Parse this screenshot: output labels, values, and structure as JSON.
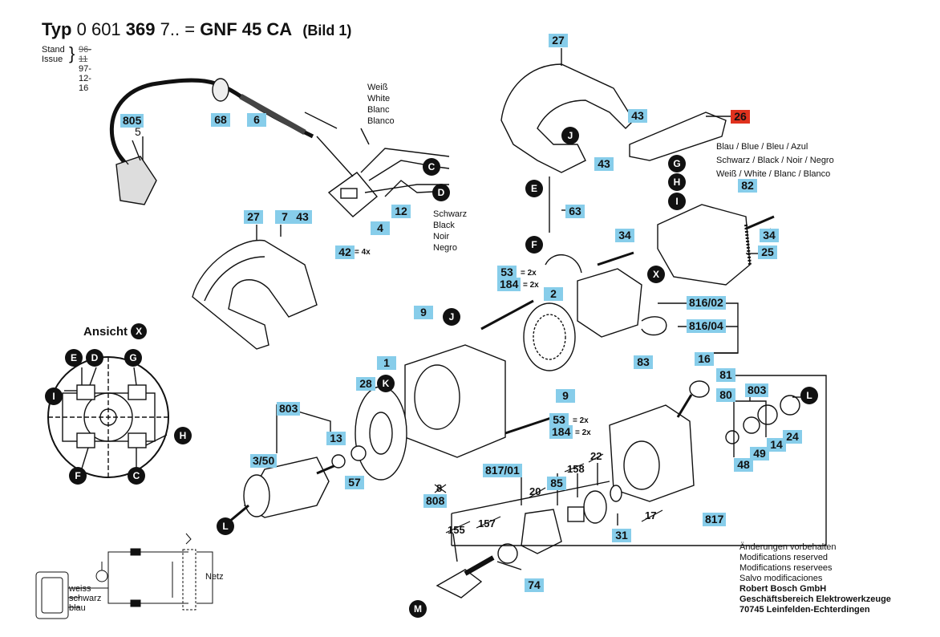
{
  "header": {
    "typ": "Typ",
    "number_light": "0 601",
    "number_bold": "369",
    "number_suffix": "7.. =",
    "model": "GNF 45 CA",
    "bild": "(Bild 1)",
    "stand_label": "Stand",
    "issue_label": "Issue",
    "stand_value": "96-11",
    "issue_value": "97-12-16"
  },
  "wire_labels": {
    "white": [
      "Weiß",
      "White",
      "Blanc",
      "Blanco"
    ],
    "black": [
      "Schwarz",
      "Black",
      "Noir",
      "Negro"
    ],
    "cover": [
      "Blau / Blue / Bleu / Azul",
      "Schwarz / Black / Noir / Negro",
      "Weiß / White / Blanc / Blanco"
    ]
  },
  "parts": {
    "p805": "805",
    "p5": "5",
    "p68": "68",
    "p6": "6",
    "p12": "12",
    "p4": "4",
    "p42": "42",
    "p42_mult": "= 4x",
    "p27a": "27",
    "p27b": "27",
    "p7": "7",
    "p43a": "43",
    "p43b": "43",
    "p43c": "43",
    "p26": "26",
    "p63": "63",
    "p82": "82",
    "p34a": "34",
    "p34b": "34",
    "p25": "25",
    "p53a": "53",
    "p53a_mult": "= 2x",
    "p184a": "184",
    "p184a_mult": "= 2x",
    "p2": "2",
    "p816_02": "816/02",
    "p816_04": "816/04",
    "p16": "16",
    "p9a": "9",
    "p9b": "9",
    "p1": "1",
    "p28": "28",
    "p803a": "803",
    "p13": "13",
    "p3_50": "3/50",
    "p57": "57",
    "p53b": "53",
    "p53b_mult": "= 2x",
    "p184b": "184",
    "p184b_mult": "= 2x",
    "p8": "8",
    "p808": "808",
    "p83": "83",
    "p81": "81",
    "p80": "80",
    "p803b": "803",
    "p48": "48",
    "p49": "49",
    "p14": "14",
    "p24": "24",
    "p817_01": "817/01",
    "p158": "158",
    "p22": "22",
    "p20": "20",
    "p85": "85",
    "p155": "155",
    "p157": "157",
    "p74": "74",
    "p31": "31",
    "p17": "17",
    "p817": "817"
  },
  "callouts": {
    "c": "C",
    "d": "D",
    "e": "E",
    "f": "F",
    "g": "G",
    "h": "H",
    "i": "I",
    "j": "J",
    "k": "K",
    "l": "L",
    "m": "M",
    "x": "X"
  },
  "ansicht": {
    "label": "Ansicht",
    "mark": "X"
  },
  "circuit": {
    "weiss": "weiss",
    "schwarz": "schwarz",
    "blau": "blau",
    "netz": "Netz"
  },
  "note": {
    "lines": [
      "Änderungen vorbehalten",
      "Modifications reserved",
      "Modifications reservees",
      "Salvo modificaciones"
    ],
    "company": [
      "Robert Bosch GmbH",
      "Geschäftsbereich Elektrowerkzeuge",
      "70745 Leinfelden-Echterdingen"
    ]
  },
  "colors": {
    "tag": "#87cdea",
    "tag_highlight": "#e0321e",
    "line": "#111111"
  }
}
